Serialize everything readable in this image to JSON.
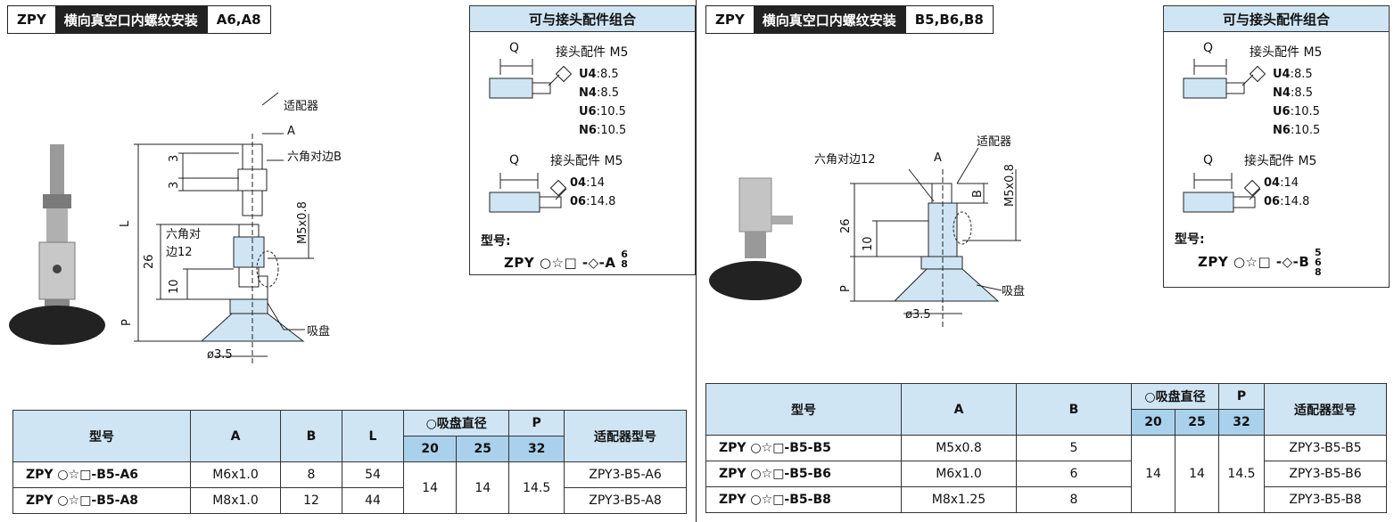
{
  "left": {
    "title": {
      "code": "ZPY",
      "name": "横向真空口内螺纹安装",
      "suffix": "A6,A8"
    },
    "combo": {
      "header": "可与接头配件组合",
      "fitting1": {
        "label": "接头配件 M5",
        "q": "Q",
        "lines": [
          {
            "k": "U4",
            "v": ":8.5"
          },
          {
            "k": "N4",
            "v": ":8.5"
          },
          {
            "k": "U6",
            "v": ":10.5"
          },
          {
            "k": "N6",
            "v": ":10.5"
          }
        ]
      },
      "fitting2": {
        "label": "接头配件 M5",
        "q": "Q",
        "lines": [
          {
            "k": "04",
            "v": ":14"
          },
          {
            "k": "06",
            "v": ":14.8"
          }
        ]
      },
      "model_label": "型号:",
      "model_code": "ZPY ○☆□ -◇-A",
      "model_options": [
        "6",
        "8"
      ]
    },
    "drawing": {
      "adapter": "适配器",
      "a": "A",
      "hex_b": "六角对边B",
      "l": "L",
      "three1": "3",
      "three2": "3",
      "m5": "M5x0.8",
      "hex12a": "六角对",
      "hex12b": "边12",
      "d26": "26",
      "d10": "10",
      "p": "P",
      "cup": "吸盘",
      "dia": "ø3.5"
    },
    "table": {
      "headers": {
        "model": "型号",
        "a": "A",
        "b": "B",
        "l": "L",
        "cup_dia": "○吸盘直径",
        "p": "P",
        "adapter": "适配器型号",
        "d20": "20",
        "d25": "25",
        "d32": "32"
      },
      "rows": [
        {
          "model": "ZPY ○☆□-B5-A6",
          "a": "M6x1.0",
          "b": "8",
          "l": "54",
          "adapter": "ZPY3-B5-A6"
        },
        {
          "model": "ZPY ○☆□-B5-A8",
          "a": "M8x1.0",
          "b": "12",
          "l": "44",
          "adapter": "ZPY3-B5-A8"
        }
      ],
      "p_values": [
        "14",
        "14",
        "14.5"
      ]
    }
  },
  "right": {
    "title": {
      "code": "ZPY",
      "name": "横向真空口内螺纹安装",
      "suffix": "B5,B6,B8"
    },
    "combo": {
      "header": "可与接头配件组合",
      "fitting1": {
        "label": "接头配件 M5",
        "q": "Q",
        "lines": [
          {
            "k": "U4",
            "v": ":8.5"
          },
          {
            "k": "N4",
            "v": ":8.5"
          },
          {
            "k": "U6",
            "v": ":10.5"
          },
          {
            "k": "N6",
            "v": ":10.5"
          }
        ]
      },
      "fitting2": {
        "label": "接头配件 M5",
        "q": "Q",
        "lines": [
          {
            "k": "04",
            "v": ":14"
          },
          {
            "k": "06",
            "v": ":14.8"
          }
        ]
      },
      "model_label": "型号:",
      "model_code": "ZPY ○☆□ -◇-B",
      "model_options": [
        "5",
        "6",
        "8"
      ]
    },
    "drawing": {
      "adapter": "适配器",
      "hex12": "六角对边12",
      "a": "A",
      "b": "B",
      "m5": "M5x0.8",
      "d26": "26",
      "d10": "10",
      "p": "P",
      "cup": "吸盘",
      "dia": "ø3.5"
    },
    "table": {
      "headers": {
        "model": "型号",
        "a": "A",
        "b": "B",
        "cup_dia": "○吸盘直径",
        "p": "P",
        "adapter": "适配器型号",
        "d20": "20",
        "d25": "25",
        "d32": "32"
      },
      "rows": [
        {
          "model": "ZPY ○☆□-B5-B5",
          "a": "M5x0.8",
          "b": "5",
          "adapter": "ZPY3-B5-B5"
        },
        {
          "model": "ZPY ○☆□-B5-B6",
          "a": "M6x1.0",
          "b": "6",
          "adapter": "ZPY3-B5-B6"
        },
        {
          "model": "ZPY ○☆□-B5-B8",
          "a": "M8x1.25",
          "b": "8",
          "adapter": "ZPY3-B5-B8"
        }
      ],
      "p_values": [
        "14",
        "14",
        "14.5"
      ]
    }
  }
}
